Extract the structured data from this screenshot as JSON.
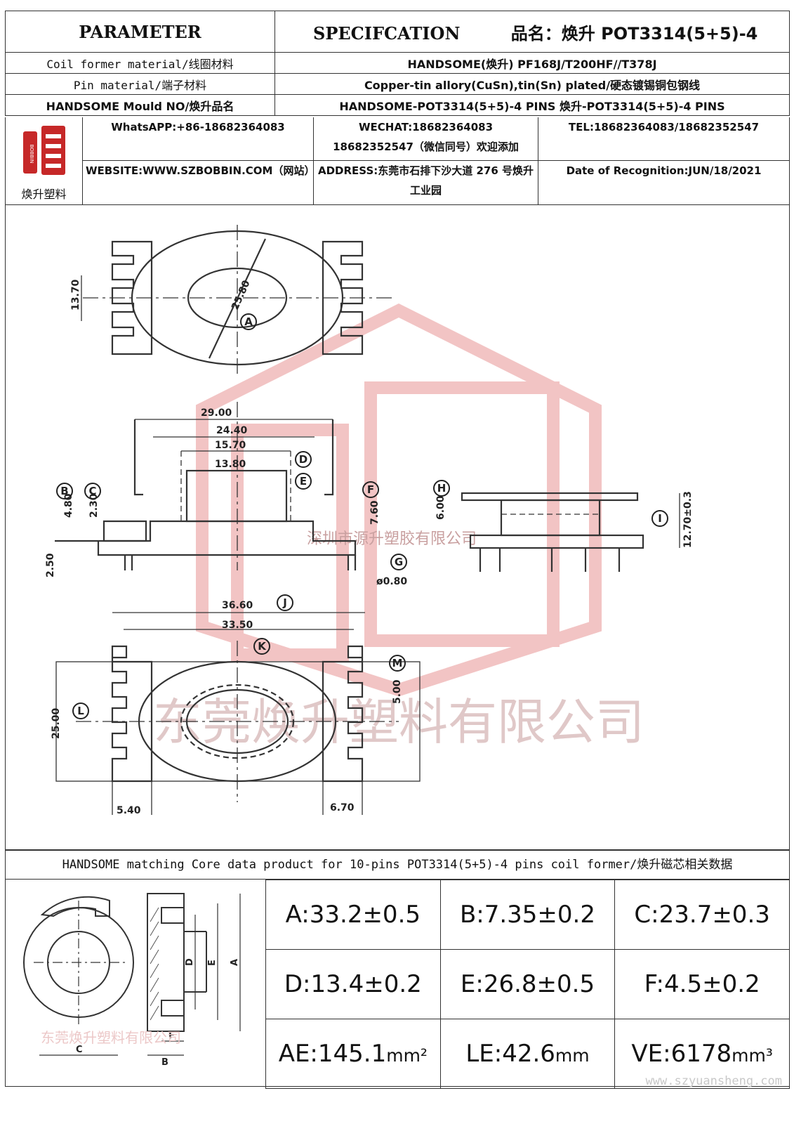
{
  "header": {
    "parameter": "PARAMETER",
    "specification": "SPECIFCATION",
    "product_name": "品名：焕升 POT3314(5+5)-4"
  },
  "rows": [
    {
      "label": "Coil former material/线圈材料",
      "value": "HANDSOME(焕升)  PF168J/T200HF//T378J"
    },
    {
      "label": "Pin material/端子材料",
      "value": "Copper-tin allory(CuSn),tin(Sn) plated/硬态镀锡铜包钢线"
    },
    {
      "label": "HANDSOME Mould NO/焕升品名",
      "value": "HANDSOME-POT3314(5+5)-4 PINS   焕升-POT3314(5+5)-4 PINS"
    }
  ],
  "contact": {
    "logo_text": "焕升塑料",
    "logo_mark": "BOBBIN",
    "whatsapp": "WhatsAPP:+86-18682364083",
    "wechat": "WECHAT:18682364083 18682352547（微信同号）欢迎添加",
    "tel": "TEL:18682364083/18682352547",
    "website": "WEBSITE:WWW.SZBOBBIN.COM（网站）",
    "address": "ADDRESS:东莞市石排下沙大道 276 号焕升工业园",
    "date": "Date of Recognition:JUN/18/2021"
  },
  "drawing": {
    "dims": {
      "d1370": "13.70",
      "d2580": "25.80",
      "d2900": "29.00",
      "d2440": "24.40",
      "d1570": "15.70",
      "d1380": "13.80",
      "d480": "4.80",
      "d230": "2.30",
      "d760": "7.60",
      "d600": "6.00",
      "d1270": "12.70±0.3",
      "d250": "2.50",
      "d080": "ø0.80",
      "d3660": "36.60",
      "d3350": "33.50",
      "d500": "5.00",
      "d2500": "25.00",
      "d540": "5.40",
      "d670": "6.70"
    },
    "labels": [
      "A",
      "B",
      "C",
      "D",
      "E",
      "F",
      "G",
      "H",
      "I",
      "J",
      "K",
      "L",
      "M"
    ],
    "watermark_1": "深圳市源升塑胶有限公司",
    "watermark_2": "东莞焕升塑料有限公司"
  },
  "core": {
    "heading": "HANDSOME matching Core data  product for 10-pins POT3314(5+5)-4 pins coil former/焕升磁芯相关数据",
    "sketch_labels": [
      "A",
      "E",
      "D",
      "C",
      "B",
      "F"
    ],
    "watermark": "东莞焕升塑料有限公司",
    "values": [
      [
        "A:33.2±0.5",
        "B:7.35±0.2",
        "C:23.7±0.3"
      ],
      [
        "D:13.4±0.2",
        "E:26.8±0.5",
        "F:4.5±0.2"
      ]
    ],
    "ae": {
      "text": "AE:145.1",
      "unit": "mm²"
    },
    "le": {
      "text": "LE:42.6",
      "unit": "mm"
    },
    "ve": {
      "text": "VE:6178",
      "unit": "mm³"
    },
    "footer_url": "www.szyuansheng.com"
  },
  "colors": {
    "watermark": "#e8a0a0",
    "logo_red": "#c62828",
    "line": "#333333"
  }
}
